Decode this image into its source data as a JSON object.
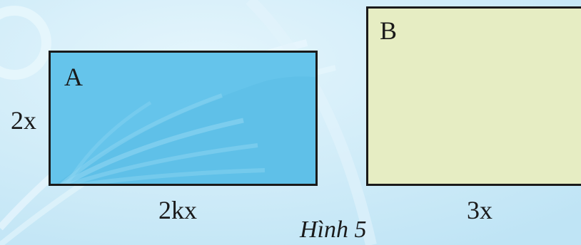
{
  "figure": {
    "caption": "Hình 5",
    "rect_a": {
      "name": "A",
      "height_label": "2x",
      "width_label": "2kx"
    },
    "rect_b": {
      "name": "B",
      "width_label": "3x"
    }
  },
  "colors": {
    "background": "#c9e9f7",
    "rect_a_fill": "#5fc0e8",
    "rect_b_fill": "#e6edc3",
    "outline": "#1a1a1a"
  }
}
